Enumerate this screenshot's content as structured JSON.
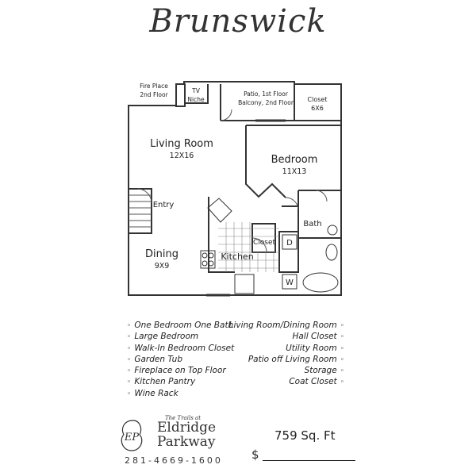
{
  "title": "Brunswick",
  "rooms": {
    "fireplace": [
      "Fire Place",
      "2nd  Floor"
    ],
    "tv_niche": [
      "TV",
      "Niche"
    ],
    "patio": [
      "Patio, 1st Floor",
      "Balcony, 2nd Floor"
    ],
    "closet_top": [
      "Closet",
      "6X6"
    ],
    "living": {
      "name": "Living Room",
      "size": "12X16"
    },
    "bedroom": {
      "name": "Bedroom",
      "size": "11X13"
    },
    "entry": "Entry",
    "bath": "Bath",
    "closet_hall": "Closet",
    "dryer": "D",
    "washer": "W",
    "kitchen": "Kitchen",
    "dining": {
      "name": "Dining",
      "size": "9X9"
    }
  },
  "features_left": [
    "One Bedroom  One Bath",
    "Large Bedroom",
    "Walk-In Bedroom Closet",
    "Garden Tub",
    "Fireplace on Top Floor",
    "Kitchen Pantry",
    "Wine Rack"
  ],
  "features_right": [
    "Living Room/Dining Room",
    "Hall Closet",
    "Utility Room",
    "Patio off Living Room",
    "Storage",
    "Coat Closet"
  ],
  "brand": {
    "top": "The Trails at",
    "line1": "Eldridge",
    "line2": "Parkway",
    "monogram": "EP"
  },
  "phone": "281-4669-1600",
  "sqft": "759 Sq. Ft",
  "price_symbol": "$"
}
